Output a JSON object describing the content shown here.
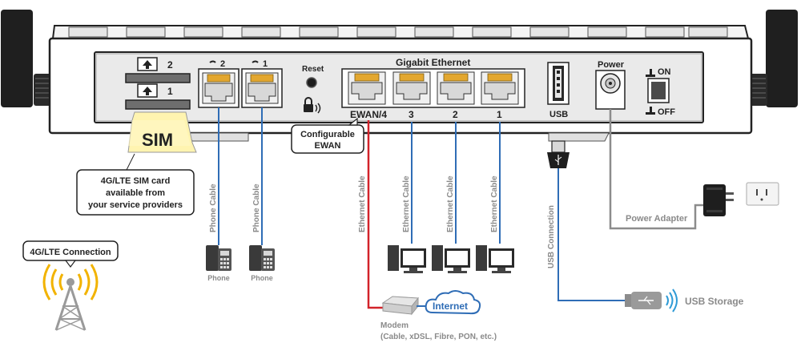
{
  "router": {
    "sim_slot_2": "2",
    "sim_slot_1": "1",
    "phone_port_2": "2",
    "phone_port_1": "1",
    "reset_label": "Reset",
    "gigabit_label": "Gigabit Ethernet",
    "ewan_label": "EWAN/4",
    "lan_3": "3",
    "lan_2": "2",
    "lan_1": "1",
    "usb_label": "USB",
    "power_label": "Power",
    "on_label": "ON",
    "off_label": "OFF"
  },
  "callouts": {
    "sim_card": "SIM",
    "sim_note_line1": "4G/LTE SIM card",
    "sim_note_line2": "available from",
    "sim_note_line3": "your service providers",
    "configurable_line1": "Configurable",
    "configurable_line2": "EWAN",
    "lte_connection": "4G/LTE Connection"
  },
  "cables": {
    "phone_cable_1": "Phone Cable",
    "phone_cable_2": "Phone Cable",
    "ethernet_wan": "Ethernet Cable",
    "ethernet_3": "Ethernet Cable",
    "ethernet_2": "Ethernet Cable",
    "ethernet_1": "Ethernet Cable",
    "usb_connection": "USB Connection",
    "power_adapter": "Power Adapter"
  },
  "devices": {
    "phone_a": "Phone",
    "phone_b": "Phone",
    "internet": "Internet",
    "modem_line1": "Modem",
    "modem_line2": "(Cable, xDSL, Fibre, PON, etc.)",
    "usb_storage": "USB Storage"
  },
  "colors": {
    "phone_cable": "#2f6db6",
    "ethernet_cable": "#2f6db6",
    "wan_cable": "#d2232a",
    "power_cable": "#8c8c8c",
    "internet_text": "#2f6db6",
    "sim_card": "#fff4b0",
    "lte_waves": "#f2b300"
  }
}
